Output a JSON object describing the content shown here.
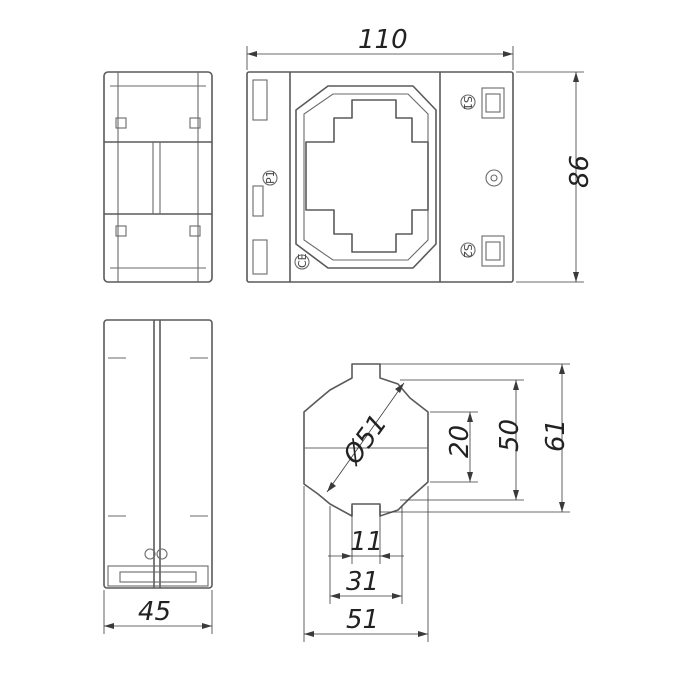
{
  "dimensions": {
    "width_110": "110",
    "height_86": "86",
    "depth_45": "45",
    "diameter_51": "Ø51",
    "window_20": "20",
    "window_50": "50",
    "window_61": "61",
    "window_11": "11",
    "window_31": "31",
    "window_51": "51"
  },
  "terminal_marks": {
    "s1": "S1",
    "s2": "S2",
    "p1": "P1",
    "ce": "CE"
  }
}
